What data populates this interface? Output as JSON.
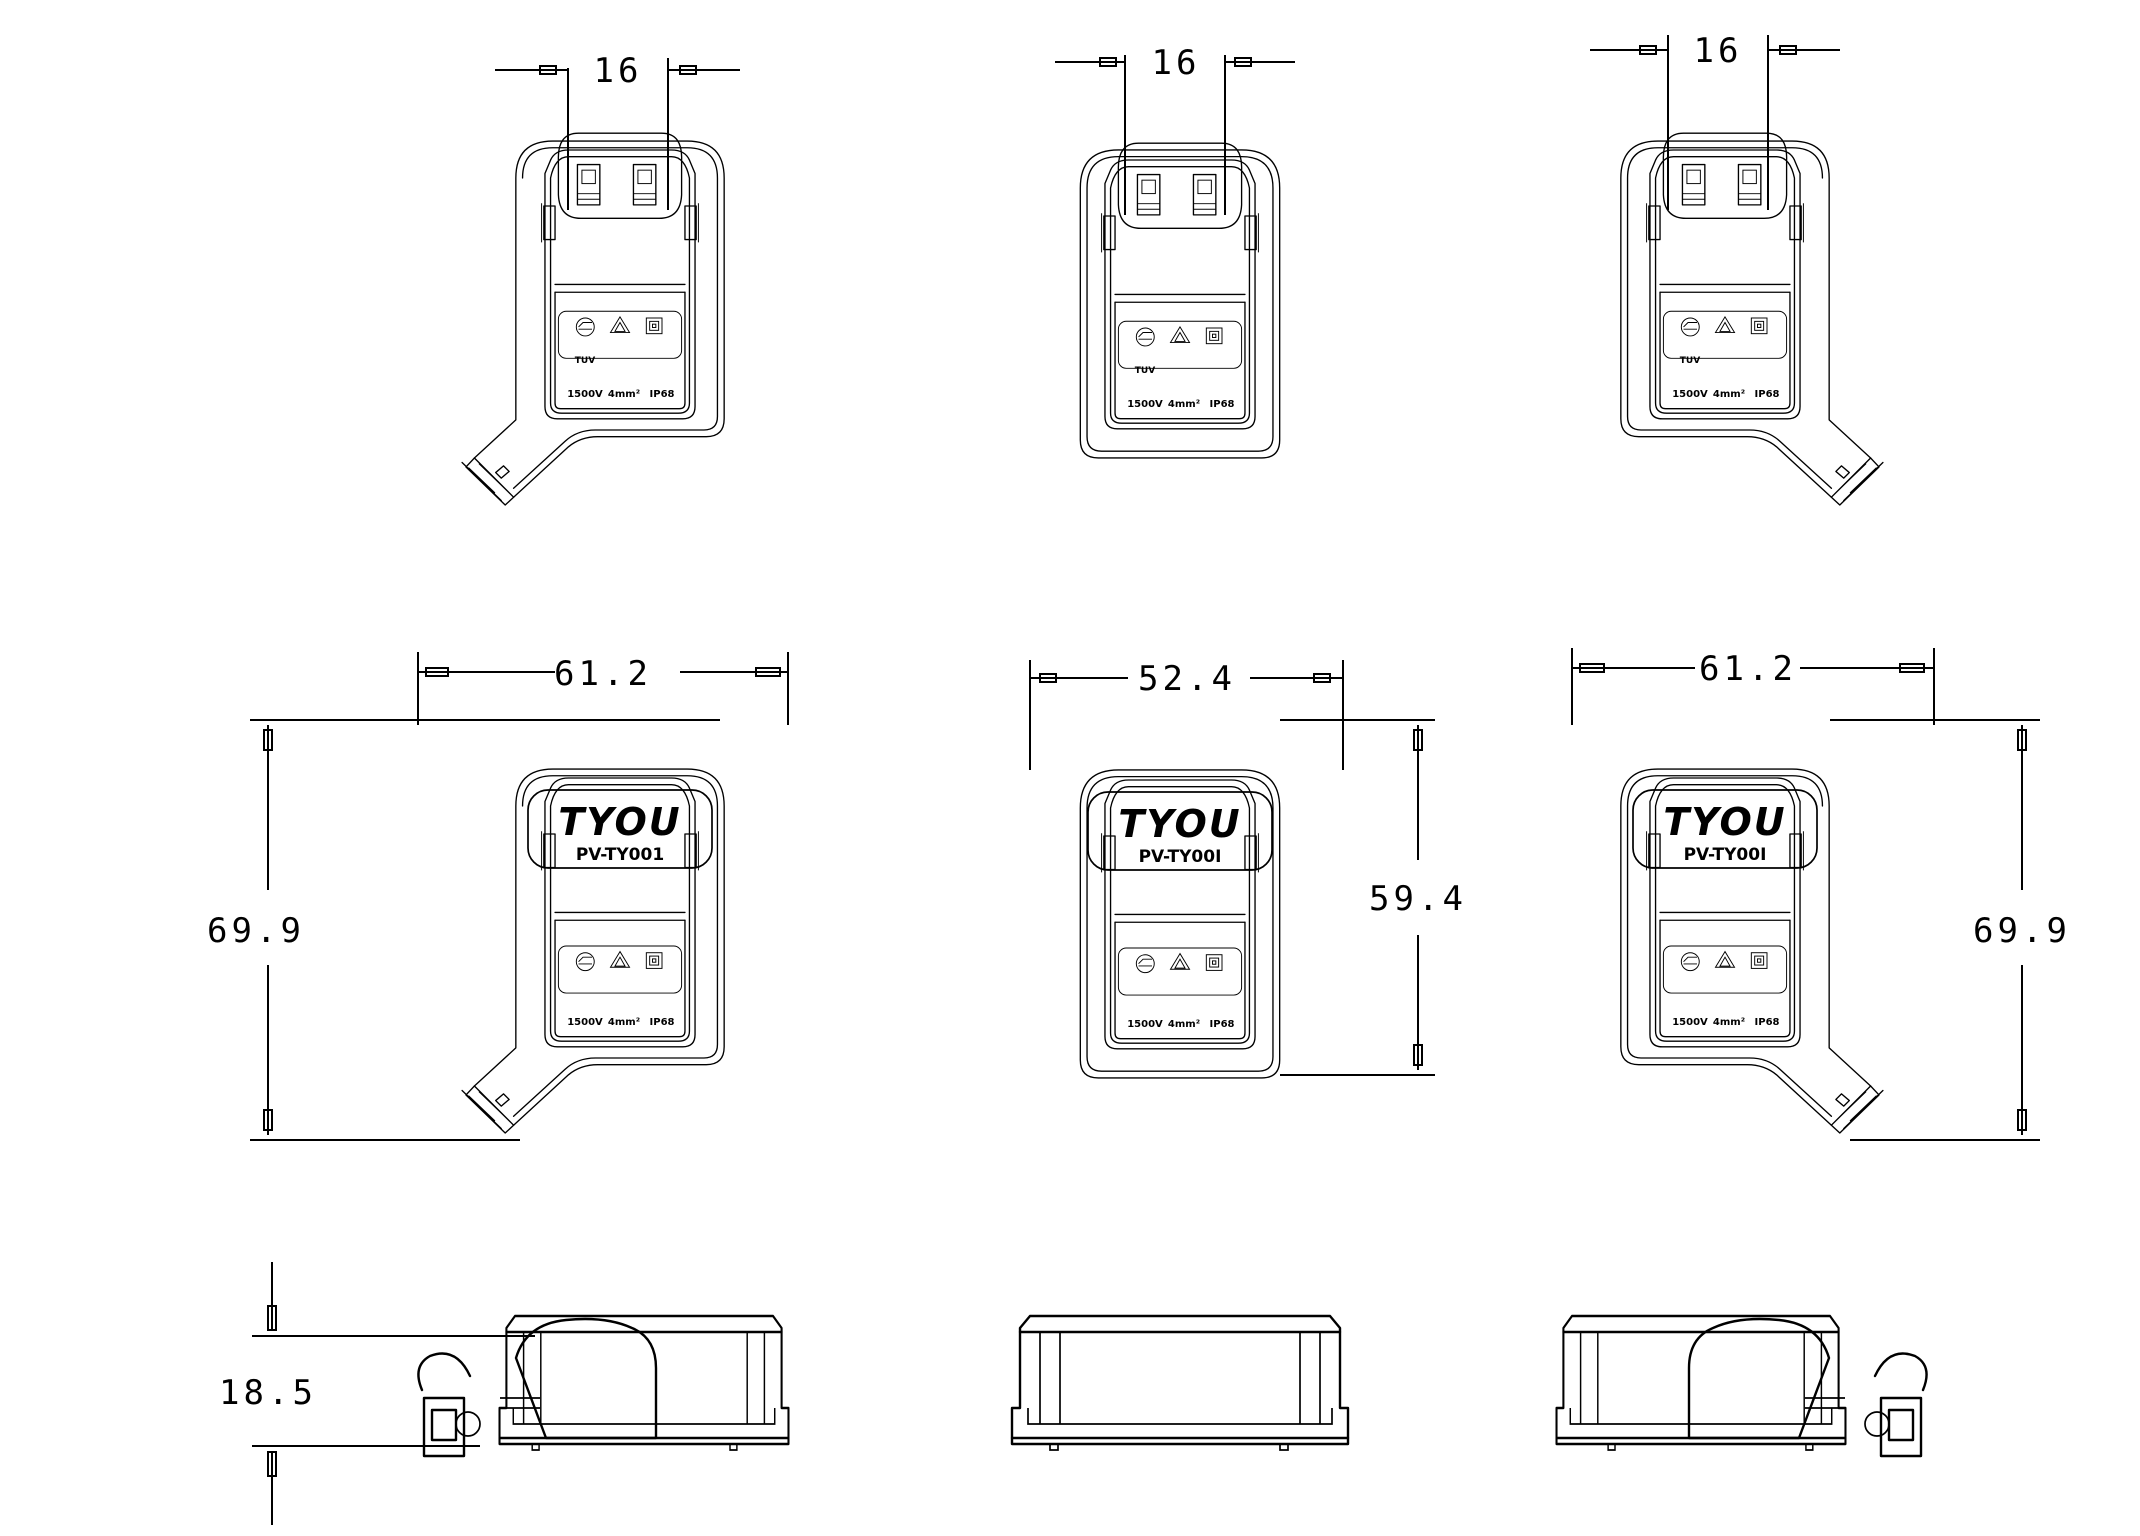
{
  "drawing": {
    "top_pin_pitch": [
      "16",
      "16",
      "16"
    ],
    "front_widths": [
      "61.2",
      "52.4",
      "61.2"
    ],
    "front_heights": [
      "69.9",
      "59.4",
      "69.9"
    ],
    "side_height": "18.5"
  },
  "label": {
    "brand": "TYOU",
    "models": [
      "PV-TY001",
      "PV-TY00I",
      "PV-TY00I"
    ],
    "voltage": "1500V",
    "tuv_mark": "TUV",
    "terminal": "4mm²",
    "ip_rating": "IP68"
  },
  "colors": {
    "line": "#000000",
    "background": "#ffffff"
  }
}
